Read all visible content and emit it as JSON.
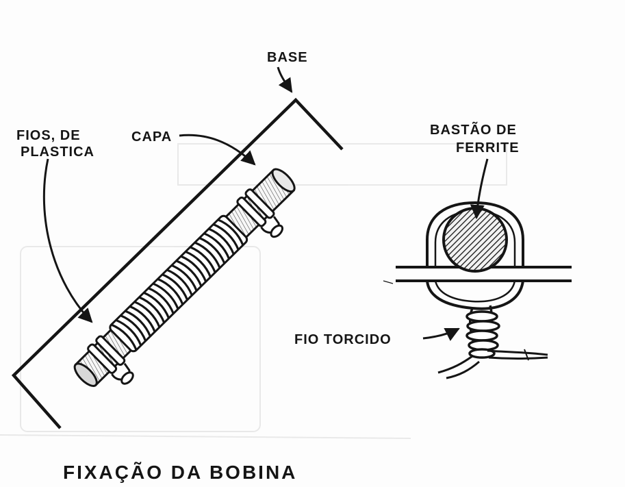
{
  "labels": {
    "base": "BASE",
    "fios": "FIOS, DE",
    "plastica": "PLASTICA",
    "capa": "CAPA",
    "bastao": "BASTÃO DE",
    "ferrite": "FERRITE",
    "fio_torcido": "FIO  TORCIDO"
  },
  "caption": "FIXAÇÃO   DA   BOBINA",
  "colors": {
    "ink": "#151515",
    "paper": "#fdfdfd"
  }
}
